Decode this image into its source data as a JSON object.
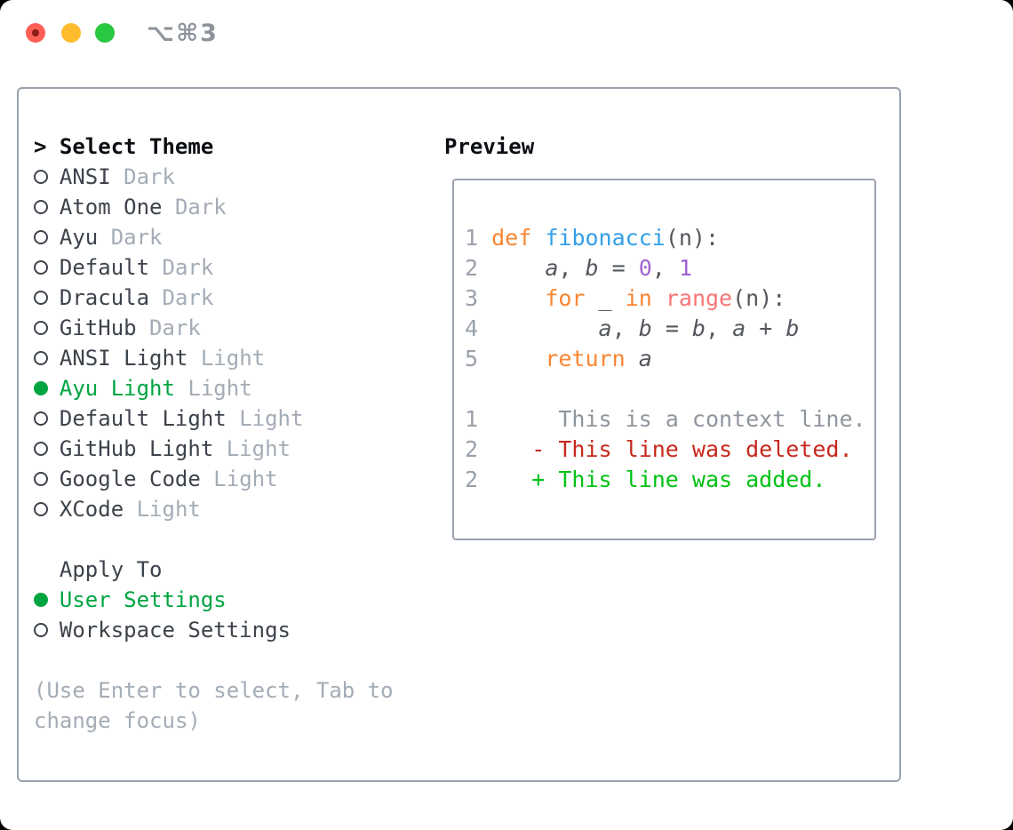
{
  "window": {
    "shortcut": "⌥⌘3",
    "buttons": [
      {
        "id": "close",
        "icon": "red-traffic-light-icon"
      },
      {
        "id": "minimize",
        "icon": "yellow-traffic-light-icon"
      },
      {
        "id": "maximize",
        "icon": "green-traffic-light-icon"
      }
    ]
  },
  "panel": {
    "prompt": ">",
    "title": "Select Theme",
    "themes": [
      {
        "name": "ANSI",
        "variant": "Dark",
        "selected": false
      },
      {
        "name": "Atom One",
        "variant": "Dark",
        "selected": false
      },
      {
        "name": "Ayu",
        "variant": "Dark",
        "selected": false
      },
      {
        "name": "Default",
        "variant": "Dark",
        "selected": false
      },
      {
        "name": "Dracula",
        "variant": "Dark",
        "selected": false
      },
      {
        "name": "GitHub",
        "variant": "Dark",
        "selected": false
      },
      {
        "name": "ANSI Light",
        "variant": "Light",
        "selected": false
      },
      {
        "name": "Ayu Light",
        "variant": "Light",
        "selected": true
      },
      {
        "name": "Default Light",
        "variant": "Light",
        "selected": false
      },
      {
        "name": "GitHub Light",
        "variant": "Light",
        "selected": false
      },
      {
        "name": "Google Code",
        "variant": "Light",
        "selected": false
      },
      {
        "name": "XCode",
        "variant": "Light",
        "selected": false
      }
    ],
    "apply_title": "Apply To",
    "apply_options": [
      {
        "label": "User Settings",
        "selected": true
      },
      {
        "label": "Workspace Settings",
        "selected": false
      }
    ],
    "hint_lines": [
      "(Use Enter to select, Tab to",
      "change focus)"
    ]
  },
  "preview": {
    "title": "Preview",
    "lines": [
      {
        "tokens": [
          [
            "1",
            "ln"
          ],
          [
            " ",
            ""
          ],
          [
            "def",
            "kw"
          ],
          [
            " ",
            ""
          ],
          [
            "fibonacci",
            "fn"
          ],
          [
            "(n):",
            "txt"
          ]
        ]
      },
      {
        "tokens": [
          [
            "2",
            "ln"
          ],
          [
            "     ",
            ""
          ],
          [
            "a",
            "var"
          ],
          [
            ", ",
            "txt"
          ],
          [
            "b",
            "var"
          ],
          [
            " = ",
            "txt"
          ],
          [
            "0",
            "num"
          ],
          [
            ", ",
            "txt"
          ],
          [
            "1",
            "num"
          ]
        ]
      },
      {
        "tokens": [
          [
            "3",
            "ln"
          ],
          [
            "     ",
            ""
          ],
          [
            "for",
            "kw"
          ],
          [
            " ",
            ""
          ],
          [
            "_",
            "txt"
          ],
          [
            " ",
            ""
          ],
          [
            "in",
            "kw"
          ],
          [
            " ",
            ""
          ],
          [
            "range",
            "call"
          ],
          [
            "(n):",
            "txt"
          ]
        ]
      },
      {
        "tokens": [
          [
            "4",
            "ln"
          ],
          [
            "         ",
            ""
          ],
          [
            "a",
            "var"
          ],
          [
            ", ",
            "txt"
          ],
          [
            "b",
            "var"
          ],
          [
            " = ",
            "txt"
          ],
          [
            "b",
            "var"
          ],
          [
            ", ",
            "txt"
          ],
          [
            "a",
            "var"
          ],
          [
            " + ",
            "txt"
          ],
          [
            "b",
            "var"
          ]
        ]
      },
      {
        "tokens": [
          [
            "5",
            "ln"
          ],
          [
            "     ",
            ""
          ],
          [
            "return",
            "kw"
          ],
          [
            " ",
            ""
          ],
          [
            "a",
            "var"
          ]
        ]
      },
      {
        "tokens": []
      },
      {
        "tokens": [
          [
            "1",
            "ln"
          ],
          [
            "      ",
            ""
          ],
          [
            "This is a context line.",
            "ctx"
          ]
        ]
      },
      {
        "tokens": [
          [
            "2",
            "ln"
          ],
          [
            "    ",
            ""
          ],
          [
            "- This line was deleted.",
            "del"
          ]
        ]
      },
      {
        "tokens": [
          [
            "2",
            "ln"
          ],
          [
            "    ",
            ""
          ],
          [
            "+ This line was added.",
            "add"
          ]
        ]
      }
    ]
  },
  "colors": {
    "dot-red": "#ff5f57",
    "dot-red-inner": "#8c1d18",
    "dot-yellow": "#febc2e",
    "dot-green": "#28c840",
    "titlebar-gray": "#8e949c",
    "border-gray": "#99a2ae",
    "header-black": "#0b0e12",
    "text-dark": "#3d434b",
    "muted": "#a4acb6",
    "green": "#00a542",
    "ln": "#9aa1ab",
    "kw": "#fa8632",
    "fn": "#339fe8",
    "num": "#9f63d2",
    "call": "#f87575",
    "code-text": "#54585e",
    "ctx": "#8f959d",
    "del": "#c7281d",
    "add": "#00c213"
  }
}
